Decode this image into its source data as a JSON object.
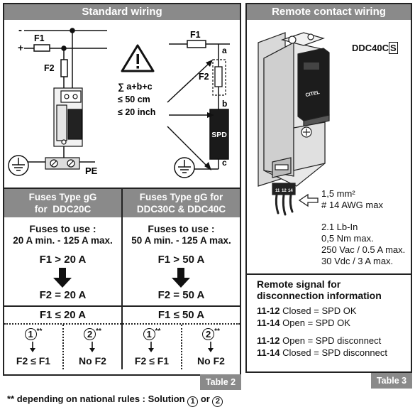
{
  "standard": {
    "title": "Standard wiring",
    "diagram": {
      "minus": "-",
      "plus": "+",
      "f1": "F1",
      "f2": "F2",
      "pe": "PE",
      "sum_line1": "∑ a+b+c",
      "sum_line2": "≤ 50 cm",
      "sum_line3": "≤ 20 inch",
      "label_a": "a",
      "label_b": "b",
      "label_c": "c",
      "spd": "SPD"
    }
  },
  "table2": {
    "left": {
      "header_line1": "Fuses Type gG",
      "header_line2": "for  DDC20C",
      "use_title": "Fuses to use :",
      "use_range": "20 A min. - 125 A max.",
      "cond_top": "F1 > 20 A",
      "cond_bottom": "F2 = 20 A",
      "le_rule": "F1 ≤ 20 A",
      "sol1_num": "1",
      "sol1_text": "F2 ≤ F1",
      "sol2_num": "2",
      "sol2_text": "No F2",
      "stars": "**"
    },
    "right": {
      "header_line1": "Fuses Type gG for",
      "header_line2": "DDC30C & DDC40C",
      "use_title": "Fuses to use :",
      "use_range": "50 A min. - 125 A max.",
      "cond_top": "F1 > 50 A",
      "cond_bottom": "F2 = 50 A",
      "le_rule": "F1 ≤ 50 A",
      "sol1_num": "1",
      "sol1_text": "F2 ≤ F1",
      "sol2_num": "2",
      "sol2_text": "No F2",
      "stars": "**"
    },
    "tag": "Table 2"
  },
  "remote": {
    "title": "Remote contact wiring",
    "model_prefix": "DDC40C",
    "model_suffix": "S",
    "brand": "CITEL",
    "term1": "11",
    "term2": "12",
    "term3": "14",
    "wire_line1": "1,5 mm²",
    "wire_line2": "# 14 AWG max",
    "torque_line1": "2.1 Lb-In",
    "torque_line2": "0,5 Nm max.",
    "rating_line1": "250 Vac / 0.5 A max.",
    "rating_line2": "30 Vdc / 3 A max.",
    "signal_title_line1": "Remote signal for",
    "signal_title_line2": "disconnection information",
    "rows": [
      {
        "code": "11-12",
        "text": " Closed = SPD OK"
      },
      {
        "code": "11-14",
        "text": " Open = SPD OK"
      },
      {
        "code": "11-12",
        "text": " Open = SPD disconnect"
      },
      {
        "code": "11-14",
        "text": " Closed = SPD disconnect"
      }
    ],
    "tag": "Table 3"
  },
  "footnote": {
    "prefix": "** depending on national rules : Solution ",
    "num1": "1",
    "or": " or ",
    "num2": "2"
  },
  "colors": {
    "header_gray": "#8a8a8a",
    "border": "#222222"
  }
}
